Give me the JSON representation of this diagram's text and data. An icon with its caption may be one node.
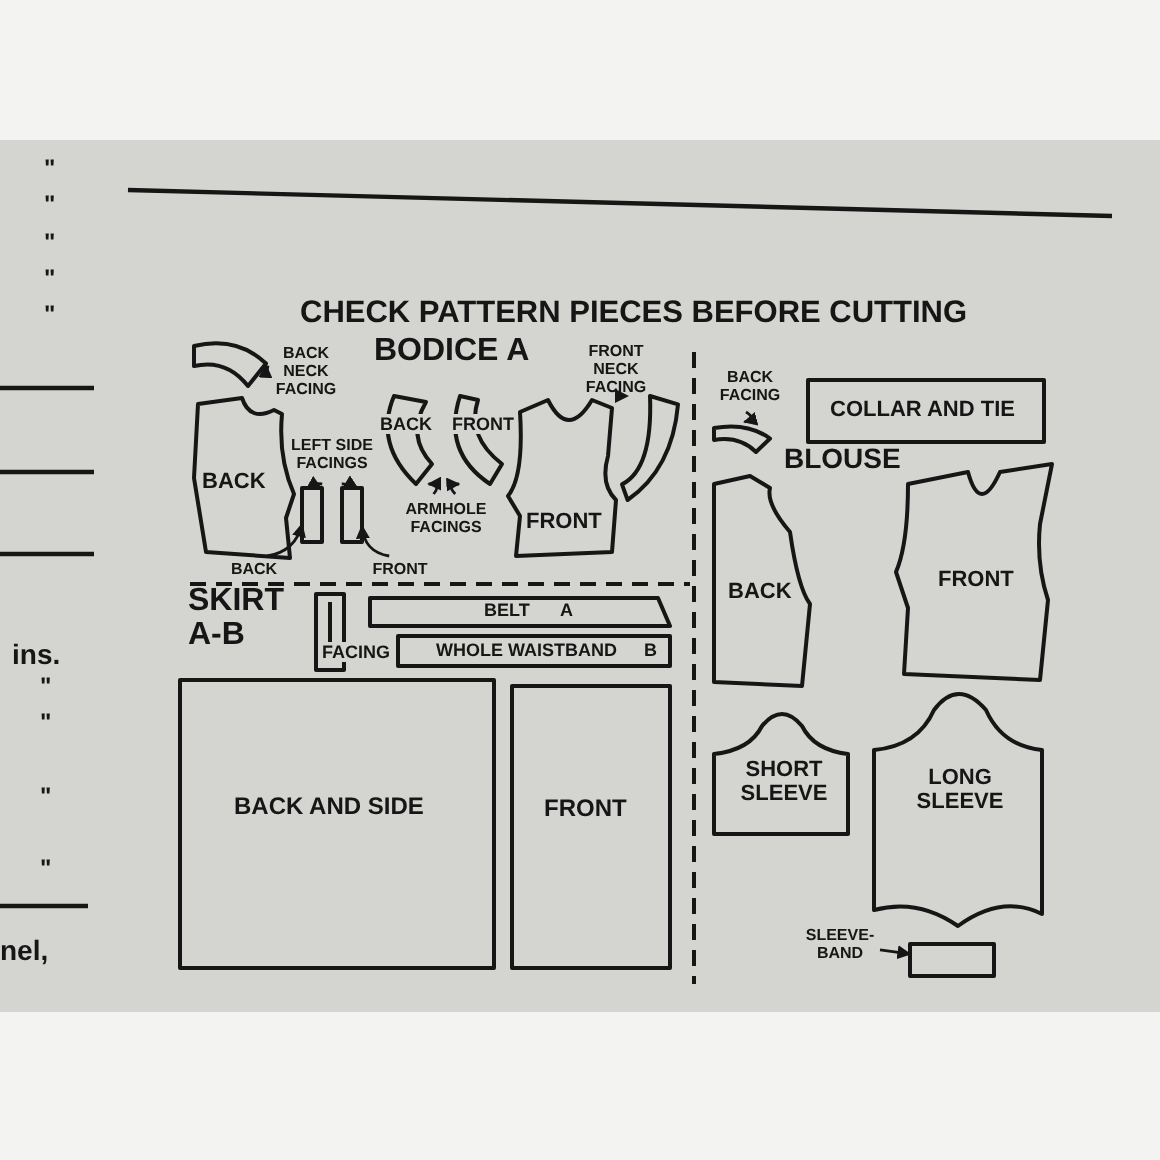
{
  "diagram": {
    "title": "CHECK PATTERN PIECES BEFORE CUTTING",
    "nodes": [
      {
        "text": [
          "BACK"
        ]
      },
      {
        "text": [],
        "shape": "arc"
      },
      {
        "text": [
          "BACK NECK FACING"
        ]
      },
      {
        "text": [
          "LEFT SIDE FACINGS"
        ]
      },
      {
        "text": [],
        "shape": "box"
      },
      {
        "text": [],
        "shape": "box"
      },
      {
        "text": [
          "BACK"
        ]
      },
      {
        "text": [
          "FRONT"
        ]
      },
      {
        "text": [
          "BACK"
        ]
      },
      {
        "text": [
          "FRONT"
        ]
      },
      {
        "text": [
          "ARMHOLE FACINGS"
        ]
      },
      {
        "text": [
          "FRONT"
        ]
      },
      {
        "text": [],
        "shape": "arc"
      },
      {
        "text": [
          "FRONT NECK FACING"
        ]
      },
      {
        "text": [
          "BACK FACING"
        ]
      },
      {
        "text": [],
        "shape": "arc"
      },
      {
        "text": [
          "COLLAR AND TIE"
        ]
      },
      {
        "text": [
          "BACK"
        ]
      },
      {
        "text": [
          "FRONT"
        ]
      },
      {
        "text": [
          "SHORT SLEEVE"
        ]
      },
      {
        "text": [
          "LONG SLEEVE"
        ]
      },
      {
        "text": [
          "SLEEVE-BAND"
        ]
      },
      {
        "text": [],
        "shape": "box"
      },
      {
        "text": [
          "FACING"
        ]
      },
      {
        "text": [
          "BELT",
          "A"
        ]
      },
      {
        "text": [
          "WHOLE WAISTBAND",
          "B"
        ]
      },
      {
        "text": [
          "BACK AND SIDE"
        ]
      },
      {
        "text": [
          "FRONT"
        ]
      }
    ],
    "edges": [
      {
        "from": 2,
        "to": 1,
        "arrow": "to"
      },
      {
        "from": 3,
        "to": 4,
        "arrow": "to"
      },
      {
        "from": 3,
        "to": 5,
        "arrow": "to"
      },
      {
        "from": 6,
        "to": 4,
        "arrow": "to"
      },
      {
        "from": 7,
        "to": 5,
        "arrow": "to"
      },
      {
        "from": 10,
        "to": 8,
        "arrow": "to"
      },
      {
        "from": 10,
        "to": 9,
        "arrow": "to"
      },
      {
        "from": 13,
        "to": 12,
        "arrow": "to"
      },
      {
        "from": 14,
        "to": 15,
        "arrow": "to"
      },
      {
        "from": 21,
        "to": 22,
        "arrow": "to"
      }
    ],
    "labels": [
      "\"",
      "\"",
      "\"",
      "\"",
      "\"",
      "BODICE A",
      "BLOUSE",
      "SKIRT A-B",
      "ins.",
      "\"",
      "\"",
      "\"",
      "\"",
      "nel,"
    ]
  }
}
